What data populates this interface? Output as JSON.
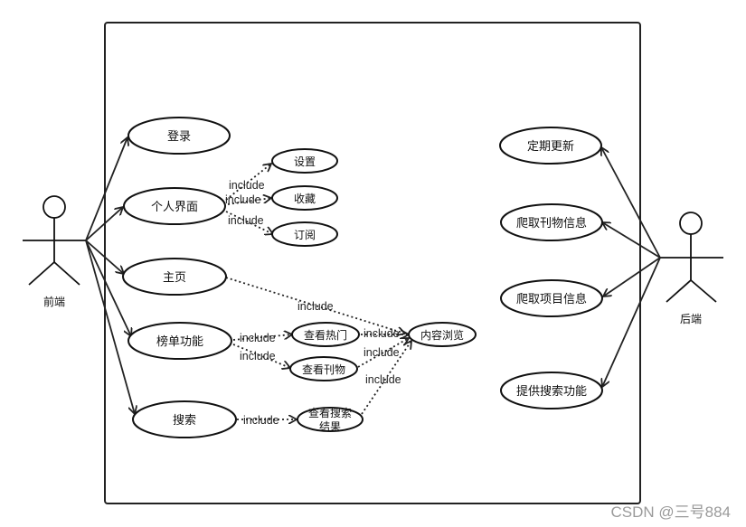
{
  "actors": {
    "frontend": "前端",
    "backend": "后端"
  },
  "use_cases": {
    "login": "登录",
    "profile": "个人界面",
    "settings": "设置",
    "favorites": "收藏",
    "subscribe": "订阅",
    "home": "主页",
    "ranking": "榜单功能",
    "view_hot": "查看热门",
    "view_journals": "查看刊物",
    "content_browse": "内容浏览",
    "search": "搜索",
    "search_results_line1": "查看搜索",
    "search_results_line2": "结果",
    "scheduled_update": "定期更新",
    "crawl_journal_info": "爬取刊物信息",
    "crawl_project_info": "爬取项目信息",
    "provide_search": "提供搜索功能"
  },
  "relations": {
    "include": "include"
  },
  "watermark": "CSDN @三号884"
}
